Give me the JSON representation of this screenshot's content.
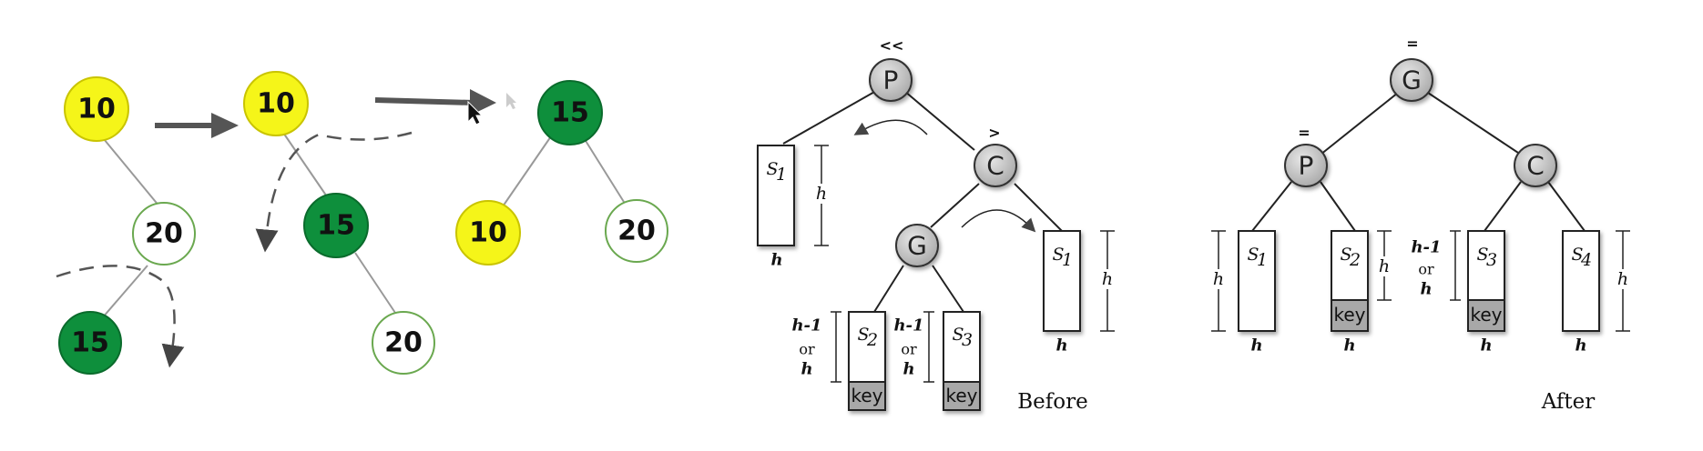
{
  "left_panel": {
    "step1": {
      "top": "10",
      "mid": "20",
      "bottom": "15"
    },
    "step2": {
      "top": "10",
      "mid": "15",
      "bottom": "20"
    },
    "step3": {
      "root": "15",
      "left": "10",
      "right": "20"
    }
  },
  "right_panel": {
    "before": {
      "caption": "Before",
      "node_p": "P",
      "node_c": "C",
      "node_g": "G",
      "balance_p": "<<",
      "balance_c": ">",
      "s1_left": "S",
      "s1_left_sub": "1",
      "s1_left_h": "h",
      "s1_left_bottom": "h",
      "s2": "S",
      "s2_sub": "2",
      "s3": "S",
      "s3_sub": "3",
      "s1_right": "S",
      "s1_right_sub": "1",
      "s1_right_h": "h",
      "s1_right_bottom": "h",
      "hminus1_a": "h-1",
      "or_a": "or",
      "h_a": "h",
      "hminus1_b": "h-1",
      "or_b": "or",
      "h_b": "h",
      "key_a": "key",
      "key_b": "key"
    },
    "after": {
      "caption": "After",
      "node_g": "G",
      "node_p": "P",
      "node_c": "C",
      "balance_g": "=",
      "balance_p": "=",
      "s1": "S",
      "s1_sub": "1",
      "s2": "S",
      "s2_sub": "2",
      "s3": "S",
      "s3_sub": "3",
      "s4": "S",
      "s4_sub": "4",
      "h_s1": "h",
      "h_s1_bottom": "h",
      "h_s2_bottom": "h",
      "h_s2_side": "h",
      "hminus1": "h-1",
      "or": "or",
      "h_mid": "h",
      "h_s3_bottom": "h",
      "h_s4_side": "h",
      "h_s4_bottom": "h",
      "key_a": "key",
      "key_b": "key"
    }
  },
  "colors": {
    "yellow": "#f5f519",
    "green": "#0e8f3c",
    "gray_node": "#c9c9c9",
    "key_fill": "#a8a8a8",
    "line": "#9a9a9a",
    "arrow": "#555555"
  }
}
